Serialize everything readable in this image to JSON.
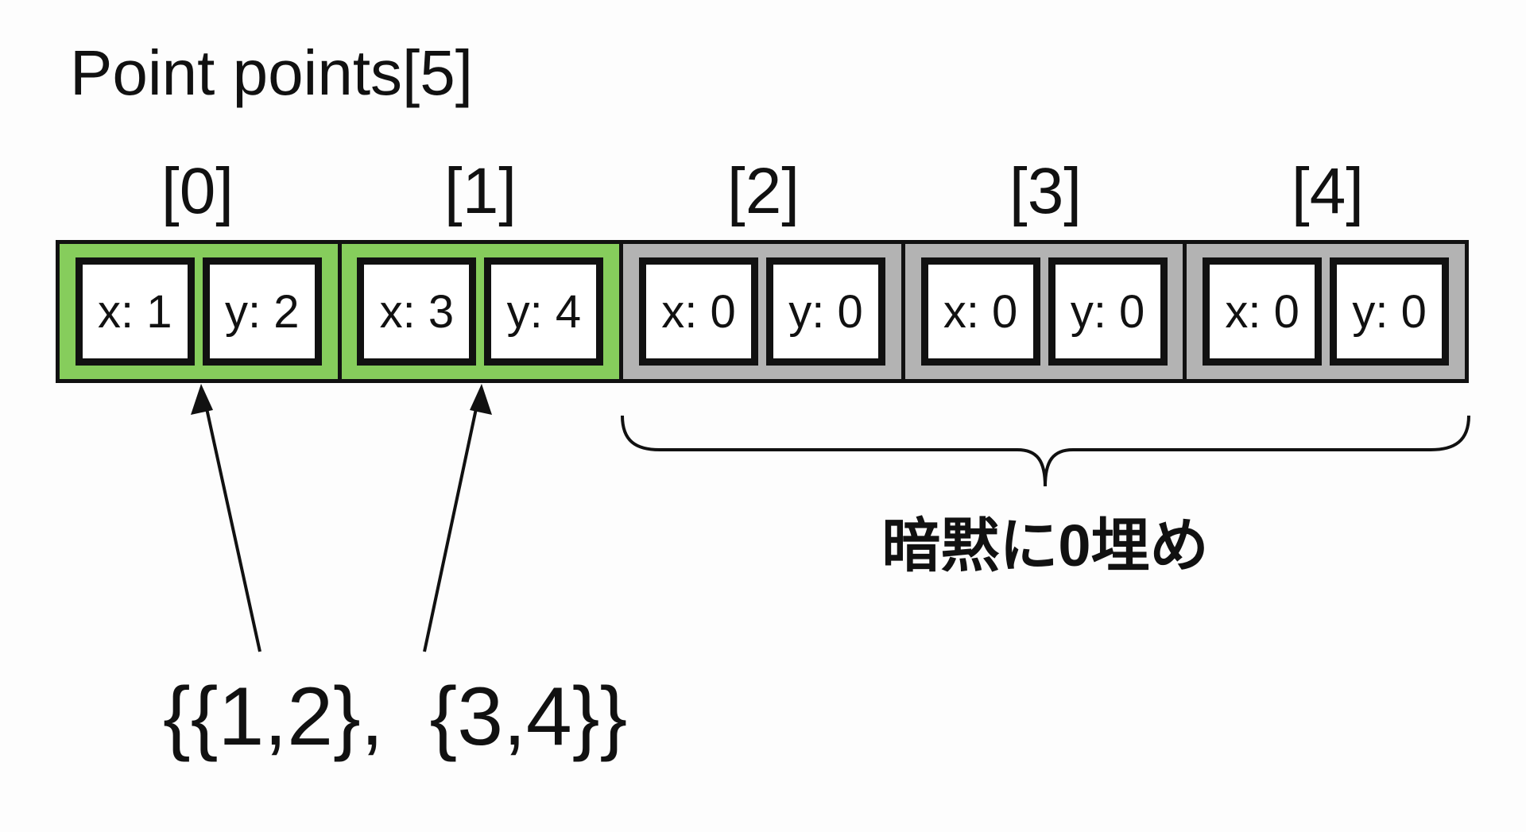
{
  "title": "Point points[5]",
  "indices": [
    "[0]",
    "[1]",
    "[2]",
    "[3]",
    "[4]"
  ],
  "elements": [
    {
      "x": "x: 1",
      "y": "y: 2",
      "state": "initialized"
    },
    {
      "x": "x: 3",
      "y": "y: 4",
      "state": "initialized"
    },
    {
      "x": "x: 0",
      "y": "y: 0",
      "state": "zero"
    },
    {
      "x": "x: 0",
      "y": "y: 0",
      "state": "zero"
    },
    {
      "x": "x: 0",
      "y": "y: 0",
      "state": "zero"
    }
  ],
  "brace_label": "暗黙に0埋め",
  "initializer": "{{1,2},  {3,4}}",
  "colors": {
    "initialized": "#86cd5c",
    "zero": "#b3b3b3",
    "border": "#111111"
  }
}
